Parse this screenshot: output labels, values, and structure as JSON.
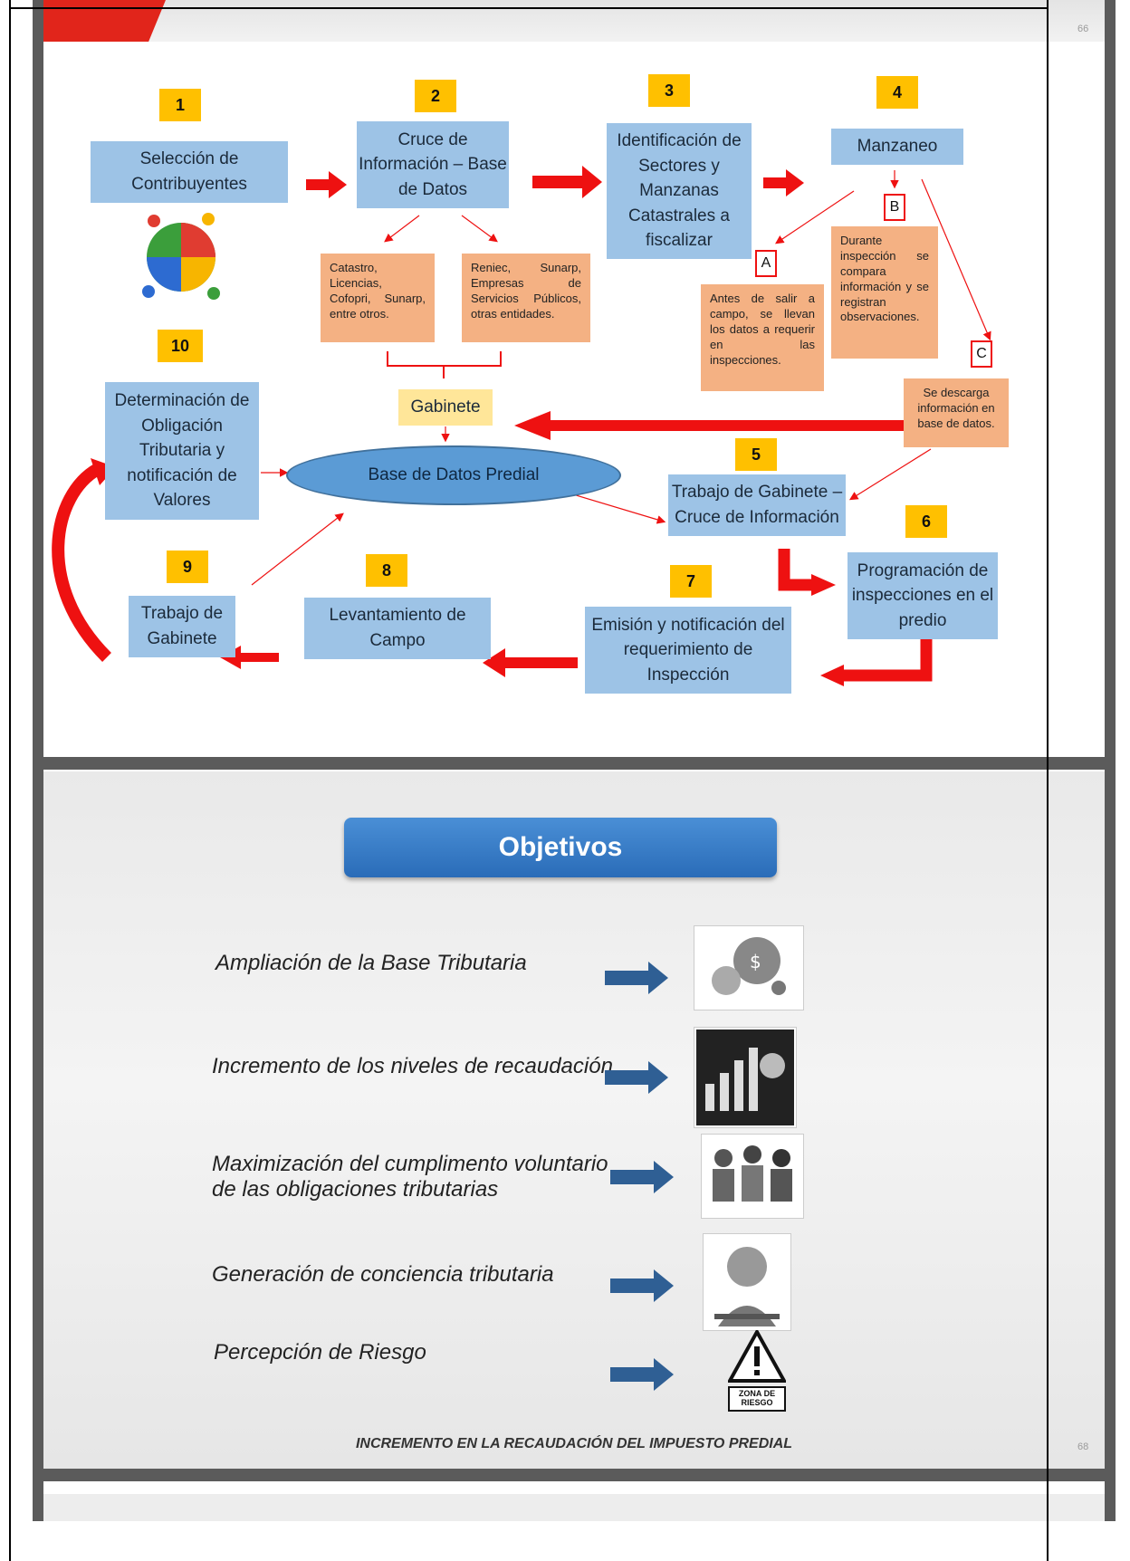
{
  "page_numbers": {
    "top": "66",
    "bottom": "68"
  },
  "flow": {
    "step1": {
      "num": "1",
      "label": "Selección de Contribuyentes"
    },
    "step2": {
      "num": "2",
      "label": "Cruce de Información – Base de Datos"
    },
    "step3": {
      "num": "3",
      "label": "Identificación de Sectores y Manzanas Catastrales a fiscalizar"
    },
    "step4": {
      "num": "4",
      "label": "Manzaneo"
    },
    "step5": {
      "num": "5",
      "label": "Trabajo de Gabinete – Cruce de Información"
    },
    "step6": {
      "num": "6",
      "label": "Programación de inspecciones en el predio"
    },
    "step7": {
      "num": "7",
      "label": "Emisión y notificación del requerimiento de Inspección"
    },
    "step8": {
      "num": "8",
      "label": "Levantamiento de Campo"
    },
    "step9": {
      "num": "9",
      "label": "Trabajo de Gabinete"
    },
    "step10": {
      "num": "10",
      "label": "Determinación de Obligación Tributaria y notificación de Valores"
    },
    "source_left": "Catastro, Licencias, Cofopri, Sunarp, entre otros.",
    "source_right": "Reniec, Sunarp, Empresas de Servicios Públicos, otras entidades.",
    "note_a": {
      "letter": "A",
      "text": "Antes de salir a campo, se llevan los datos a requerir en las inspecciones."
    },
    "note_b": {
      "letter": "B",
      "text": "Durante inspección se compara información y se registran observaciones."
    },
    "note_c": {
      "letter": "C",
      "text": "Se descarga información en base de datos."
    },
    "gabinete": "Gabinete",
    "database": "Base de Datos Predial"
  },
  "objectives": {
    "title": "Objetivos",
    "items": [
      {
        "text": "Ampliación de la Base Tributaria",
        "icon": "money-spheres-icon"
      },
      {
        "text": "Incremento de los niveles de recaudación",
        "icon": "growth-chart-people-icon"
      },
      {
        "text": "Maximización del cumplimento voluntario de las obligaciones tributarias",
        "icon": "meeting-people-icon"
      },
      {
        "text": "Generación de conciencia tributaria",
        "icon": "thinking-person-icon"
      },
      {
        "text": "Percepción de Riesgo",
        "icon": "warning-sign-icon",
        "sign_text": "ZONA DE RIESGO"
      }
    ],
    "footer": "INCREMENTO EN LA RECAUDACIÓN DEL IMPUESTO PREDIAL"
  },
  "colors": {
    "step_blue": "#9dc3e6",
    "number_yellow": "#ffc000",
    "note_orange": "#f4b183",
    "arrow_red": "#e11",
    "brand_red": "#e1251b"
  }
}
